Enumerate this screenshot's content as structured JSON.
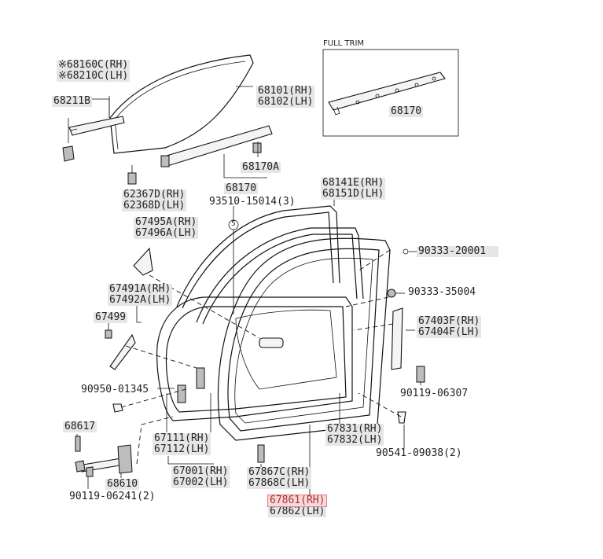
{
  "full_trim_title": "FULL TRIM",
  "labels": {
    "p68160": [
      "※68160C(RH)",
      "※68210C(LH)"
    ],
    "p68211": [
      "68211B"
    ],
    "p68101": [
      "68101(RH)",
      "68102(LH)"
    ],
    "p68170_box": [
      "68170"
    ],
    "p68170a": [
      "68170A"
    ],
    "p68170": [
      "68170",
      "93510-15014(3)"
    ],
    "p62367": [
      "62367D(RH)",
      "62368D(LH)"
    ],
    "p67495": [
      "67495A(RH)",
      "67496A(LH)"
    ],
    "p68141": [
      "68141E(RH)",
      "68151D(LH)"
    ],
    "p90333a": [
      "90333-20001"
    ],
    "p90333b": [
      "90333-35004"
    ],
    "p67491": [
      "67491A(RH)",
      "67492A(LH)"
    ],
    "p67499": [
      "67499"
    ],
    "p67403": [
      "67403F(RH)",
      "67404F(LH)"
    ],
    "p90950": [
      "90950-01345"
    ],
    "p90119a": [
      "90119-06307"
    ],
    "p68617": [
      "68617"
    ],
    "p67111": [
      "67111(RH)",
      "67112(LH)"
    ],
    "p67831": [
      "67831(RH)",
      "67832(LH)"
    ],
    "p90541": [
      "90541-09038(2)"
    ],
    "p67001": [
      "67001(RH)",
      "67002(LH)"
    ],
    "p67867": [
      "67867C(RH)",
      "67868C(LH)"
    ],
    "p68610": [
      "68610"
    ],
    "p90119b": [
      "90119-06241(2)"
    ],
    "p67861": [
      "67861(RH)",
      "67862(LH)"
    ]
  },
  "callout_symbol": "5"
}
